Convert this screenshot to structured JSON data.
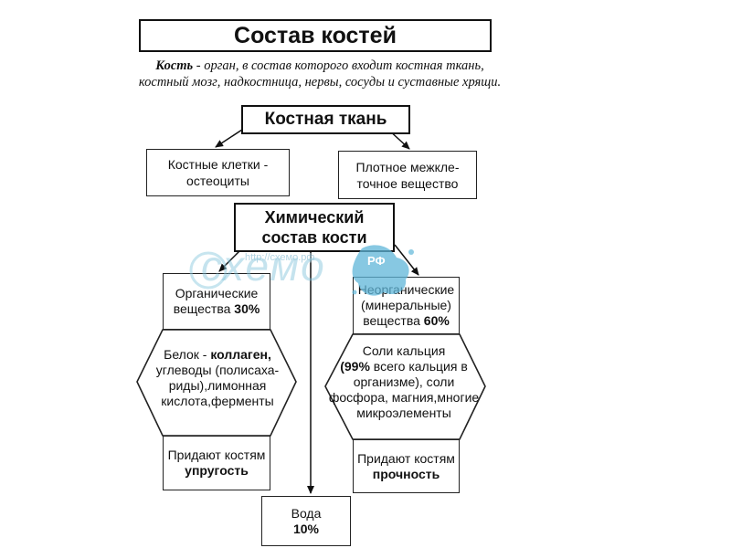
{
  "title": "Состав костей",
  "definition": {
    "term": "Кость",
    "text": " - орган, в состав которого входит костная ткань, костный мозг, надкостница, нервы, сосуды и суставные хрящи."
  },
  "nodes": {
    "bone_tissue": "Костная ткань",
    "bone_cells": "Костные клетки - остеоциты",
    "dense_matrix": "Плотное межкле-точное вещество",
    "chem_composition": "Химический состав кости",
    "organic": {
      "label": "Органические вещества",
      "percent": "30%"
    },
    "inorganic": {
      "label": "Неорганические (минеральные) вещества",
      "percent": "60%"
    },
    "organic_detail": {
      "prefix": "Белок - ",
      "bold": "коллаген,",
      "rest": "углеводы (полисаха-риды),лимонная кислота,ферменты"
    },
    "inorganic_detail": {
      "line1": "Соли кальция",
      "bold": "(99%",
      "rest": " всего кальция в организме), соли фосфора, магния,многие микроэлементы"
    },
    "gives_elasticity": {
      "label": "Придают костям",
      "bold": "упругость"
    },
    "gives_strength": {
      "label": "Придают костям",
      "bold": "прочность"
    },
    "water": {
      "label": "Вода",
      "percent": "10%"
    }
  },
  "watermark": {
    "text": "схемо",
    "url": "http://схемо.рф",
    "tld": "РФ"
  }
}
